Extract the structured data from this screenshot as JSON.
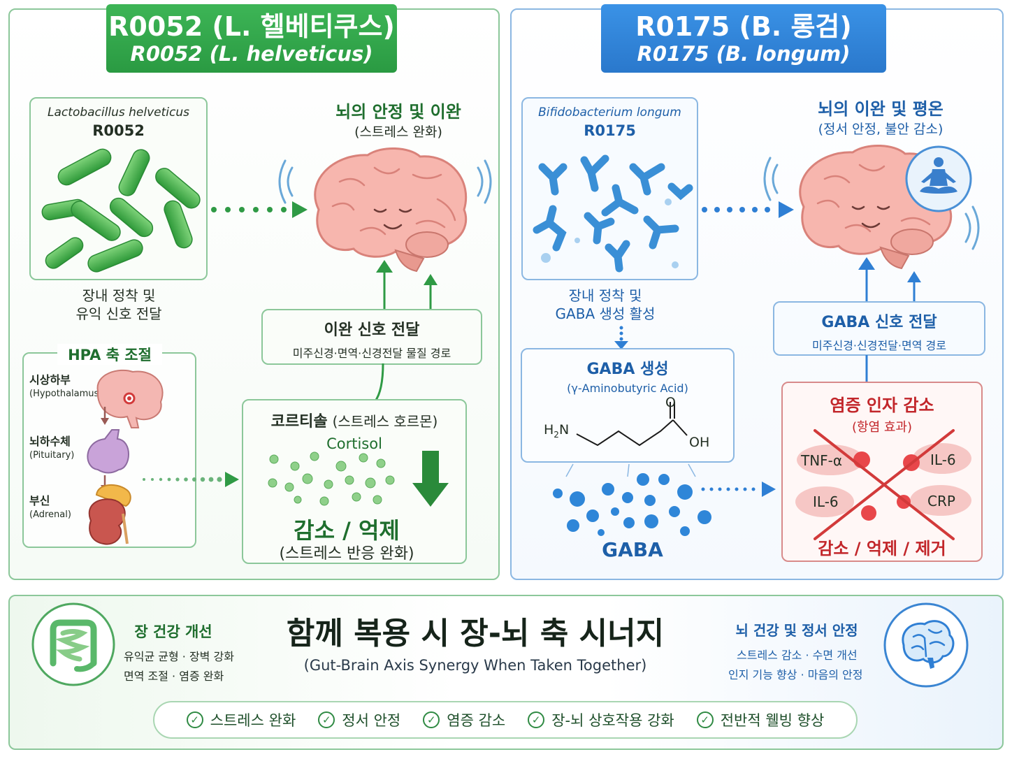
{
  "left": {
    "header": {
      "line1": "R0052 (L. 헬베티쿠스)",
      "line2": "R0052 (L. helveticus)"
    },
    "bacteria": {
      "species": "Lactobacillus helveticus",
      "strain": "R0052"
    },
    "bacteria_caption": {
      "line1": "장내 정착 및",
      "line2": "유익 신호 전달"
    },
    "brain": {
      "title": "뇌의 안정 및 이완",
      "subtitle": "(스트레스 완화)"
    },
    "signal": {
      "title": "이완 신호 전달",
      "desc": "미주신경·면역·신경전달 물질 경로"
    },
    "hpa": {
      "title": "HPA 축 조절",
      "items": [
        {
          "ko": "시상하부",
          "en": "(Hypothalamus)"
        },
        {
          "ko": "뇌하수체",
          "en": "(Pituitary)"
        },
        {
          "ko": "부신",
          "en": "(Adrenal)"
        }
      ]
    },
    "cortisol": {
      "title_bold": "코르티솔",
      "title_rest": "(스트레스 호르몬)",
      "en": "Cortisol",
      "result": "감소 / 억제",
      "result_sub": "(스트레스 반응 완화)"
    }
  },
  "right": {
    "header": {
      "line1": "R0175 (B. 롱검)",
      "line2": "R0175 (B. longum)"
    },
    "bacteria": {
      "species": "Bifidobacterium longum",
      "strain": "R0175"
    },
    "bacteria_caption": {
      "line1": "장내 정착 및",
      "line2": "GABA 생성 활성"
    },
    "brain": {
      "title": "뇌의 이완 및 평온",
      "subtitle": "(정서 안정, 불안 감소)"
    },
    "signal": {
      "title": "GABA 신호 전달",
      "desc": "미주신경·신경전달·면역 경로"
    },
    "gaba": {
      "title": "GABA 생성",
      "subtitle": "(γ-Aminobutyric Acid)",
      "label": "GABA"
    },
    "molecule": {
      "o": "O",
      "oh": "OH",
      "h": "H",
      "n": "N",
      "sub": "2"
    },
    "inflammation": {
      "title": "염증 인자 감소",
      "subtitle": "(항염 효과)",
      "factors": [
        "TNF-α",
        "IL-6",
        "IL-6",
        "CRP"
      ],
      "result": "감소 / 억제 / 제거"
    }
  },
  "bottom": {
    "title": "함께 복용 시 장-뇌 축 시너지",
    "subtitle": "(Gut-Brain Axis Synergy When Taken Together)",
    "gut": {
      "title": "장 건강 개선",
      "line1": "유익균 균형 · 장벽 강화",
      "line2": "면역 조절 · 염증 완화"
    },
    "brainh": {
      "title": "뇌 건강 및 정서 안정",
      "line1": "스트레스 감소 · 수면 개선",
      "line2": "인지 기능 향상 · 마음의 안정"
    },
    "benefits": [
      "스트레스 완화",
      "정서 안정",
      "염증 감소",
      "장-뇌 상호작용 강화",
      "전반적 웰빙 향상"
    ],
    "check_icon": "✓"
  },
  "colors": {
    "green": "#2f9a45",
    "blue": "#2f7fd4",
    "red": "#d23a3a"
  }
}
